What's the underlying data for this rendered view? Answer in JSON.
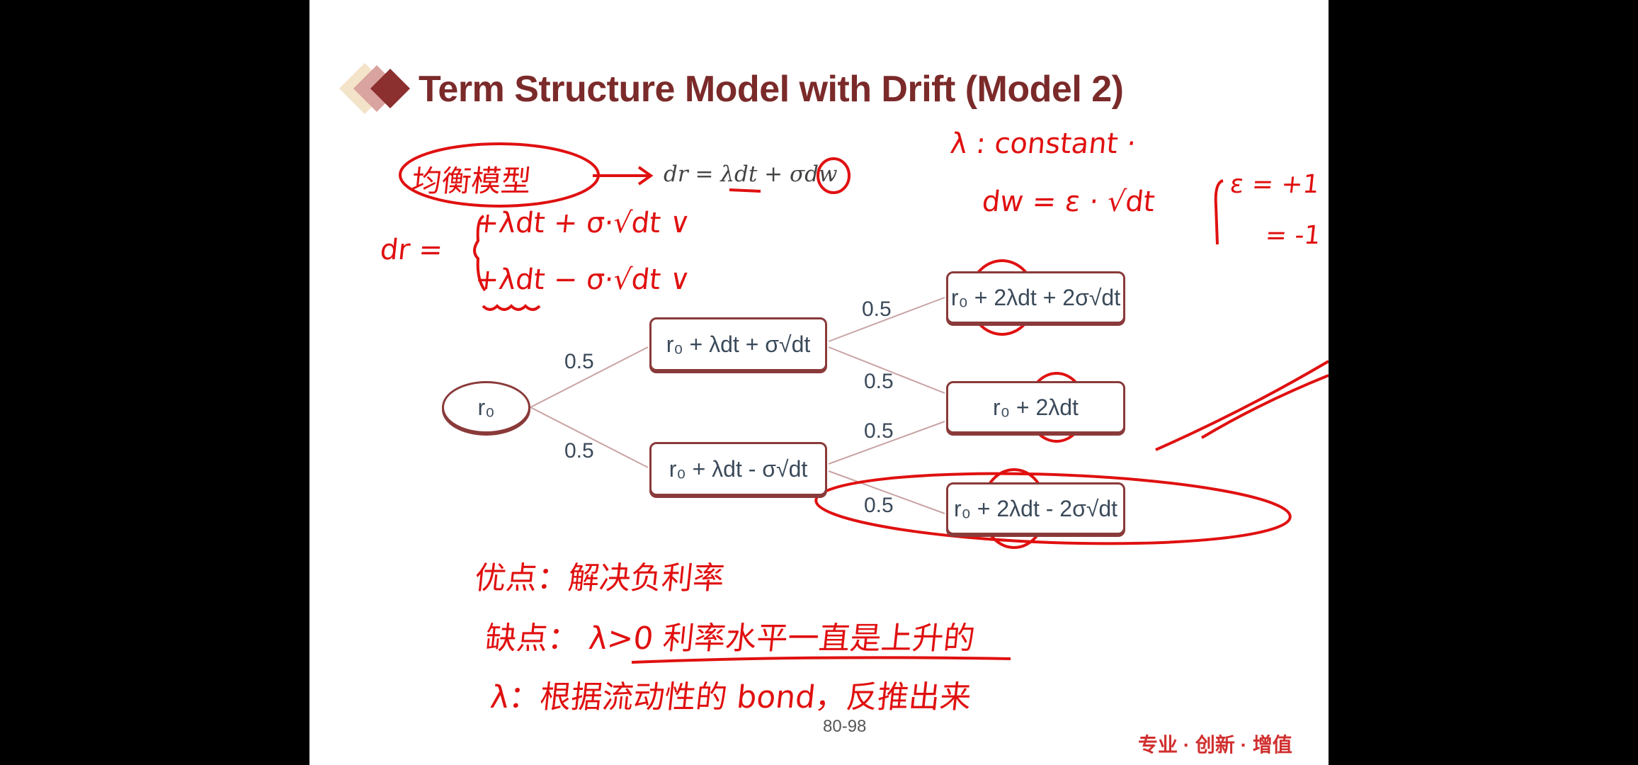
{
  "slide": {
    "title": "Term Structure Model with Drift (Model 2)",
    "formula": "dr = λdt + σdw",
    "page_number": "80-98",
    "footer_slogan": "专业 · 创新 · 增值",
    "accent_color": "#7b2a2a"
  },
  "tree": {
    "root": "r₀",
    "level1": [
      "r₀ + λdt + σ√dt",
      "r₀ + λdt - σ√dt"
    ],
    "level2": [
      "r₀ + 2λdt + 2σ√dt",
      "r₀ + 2λdt",
      "r₀ + 2λdt - 2σ√dt"
    ],
    "probabilities": [
      "0.5",
      "0.5",
      "0.5",
      "0.5",
      "0.5",
      "0.5"
    ]
  },
  "annotations": {
    "model_name": "均衡模型",
    "lambda_def": "λ : constant ·",
    "dw_def": "dw = ε · √dt",
    "eps_plus": "ε = +1",
    "eps_minus": "= -1",
    "dr_label": "dr =",
    "dr_up": "+λdt + σ·√dt ∨",
    "dr_down": "+λdt − σ·√dt ∨",
    "advantage": "优点：解决负利率",
    "disadvantage": "缺点： λ>0  利率水平一直是上升的",
    "lambda_source": "λ：根据流动性的 bond，反推出来"
  }
}
